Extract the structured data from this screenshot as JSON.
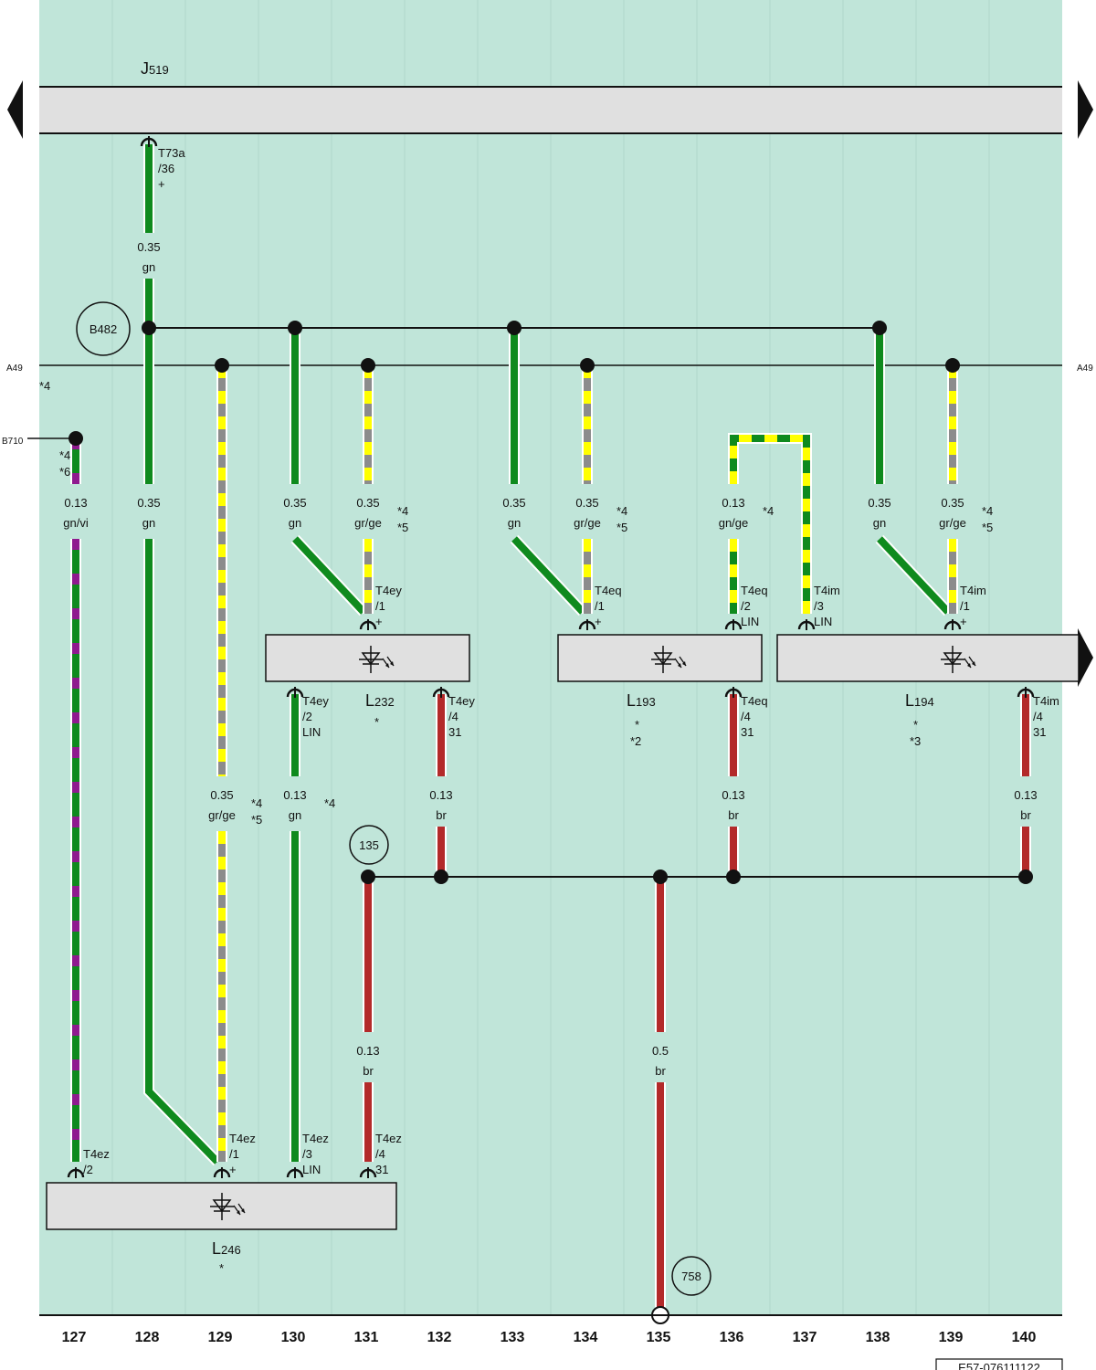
{
  "diagram": {
    "bus_labels": {
      "top": "J",
      "top_sub": "519",
      "rail_left": "A49",
      "rail_right": "A49",
      "rail_note": "*4",
      "b710": "B710",
      "b710_notes": [
        "*4",
        "*6"
      ]
    },
    "components": {
      "L232": {
        "letter": "L",
        "sub": "232",
        "notes": [
          "*"
        ]
      },
      "L193": {
        "letter": "L",
        "sub": "193",
        "notes": [
          "*",
          "*2"
        ]
      },
      "L194": {
        "letter": "L",
        "sub": "194",
        "notes": [
          "*",
          "*3"
        ]
      },
      "L246": {
        "letter": "L",
        "sub": "246",
        "notes": [
          "*"
        ]
      }
    },
    "junctions": [
      "B482",
      "135",
      "758"
    ],
    "connectors": {
      "j519": [
        "T73a",
        "/36",
        "+"
      ],
      "t4ey1": [
        "T4ey",
        "/1",
        "+"
      ],
      "t4eq1": [
        "T4eq",
        "/1",
        "+"
      ],
      "t4eq2": [
        "T4eq",
        "/2",
        "LIN"
      ],
      "t4im3": [
        "T4im",
        "/3",
        "LIN"
      ],
      "t4im1": [
        "T4im",
        "/1",
        "+"
      ],
      "t4ey2": [
        "T4ey",
        "/2",
        "LIN"
      ],
      "t4ey4": [
        "T4ey",
        "/4",
        "31"
      ],
      "t4eq4": [
        "T4eq",
        "/4",
        "31"
      ],
      "t4im4": [
        "T4im",
        "/4",
        "31"
      ],
      "t4ez2": [
        "T4ez",
        "/2"
      ],
      "t4ez1": [
        "T4ez",
        "/1",
        "+"
      ],
      "t4ez3": [
        "T4ez",
        "/3",
        "LIN"
      ],
      "t4ez4": [
        "T4ez",
        "/4",
        "31"
      ]
    },
    "wires": {
      "w128a": [
        "0.35",
        "gn"
      ],
      "w127": [
        "0.13",
        "gn/vi"
      ],
      "w128b": [
        "0.35",
        "gn"
      ],
      "w130a": [
        "0.35",
        "gn"
      ],
      "w131a": [
        "0.35",
        "gr/ge"
      ],
      "w133": [
        "0.35",
        "gn"
      ],
      "w134": [
        "0.35",
        "gr/ge"
      ],
      "w136": [
        "0.13",
        "gn/ge"
      ],
      "w138": [
        "0.35",
        "gn"
      ],
      "w139": [
        "0.35",
        "gr/ge"
      ],
      "w129": [
        "0.35",
        "gr/ge"
      ],
      "w130b": [
        "0.13",
        "gn"
      ],
      "w132": [
        "0.13",
        "br"
      ],
      "w136b": [
        "0.13",
        "br"
      ],
      "w140": [
        "0.13",
        "br"
      ],
      "w131b": [
        "0.13",
        "br"
      ],
      "w135": [
        "0.5",
        "br"
      ]
    },
    "notes": {
      "n131": [
        "*4",
        "*5"
      ],
      "n134": [
        "*4",
        "*5"
      ],
      "n136": [
        "*4"
      ],
      "n139": [
        "*4",
        "*5"
      ],
      "n129": [
        "*4",
        "*5"
      ],
      "n130": [
        "*4"
      ]
    },
    "columns": [
      "127",
      "128",
      "129",
      "130",
      "131",
      "132",
      "133",
      "134",
      "135",
      "136",
      "137",
      "138",
      "139",
      "140"
    ],
    "footer_code": "E57-076111122",
    "colors": {
      "background": "#c0e5d9",
      "gn": "#0f8a1e",
      "br": "#b32a2a",
      "gr": "#8c8c8c",
      "ge": "#ffff00",
      "vi": "#8f1a8f",
      "box": "#e0e0e0"
    }
  }
}
